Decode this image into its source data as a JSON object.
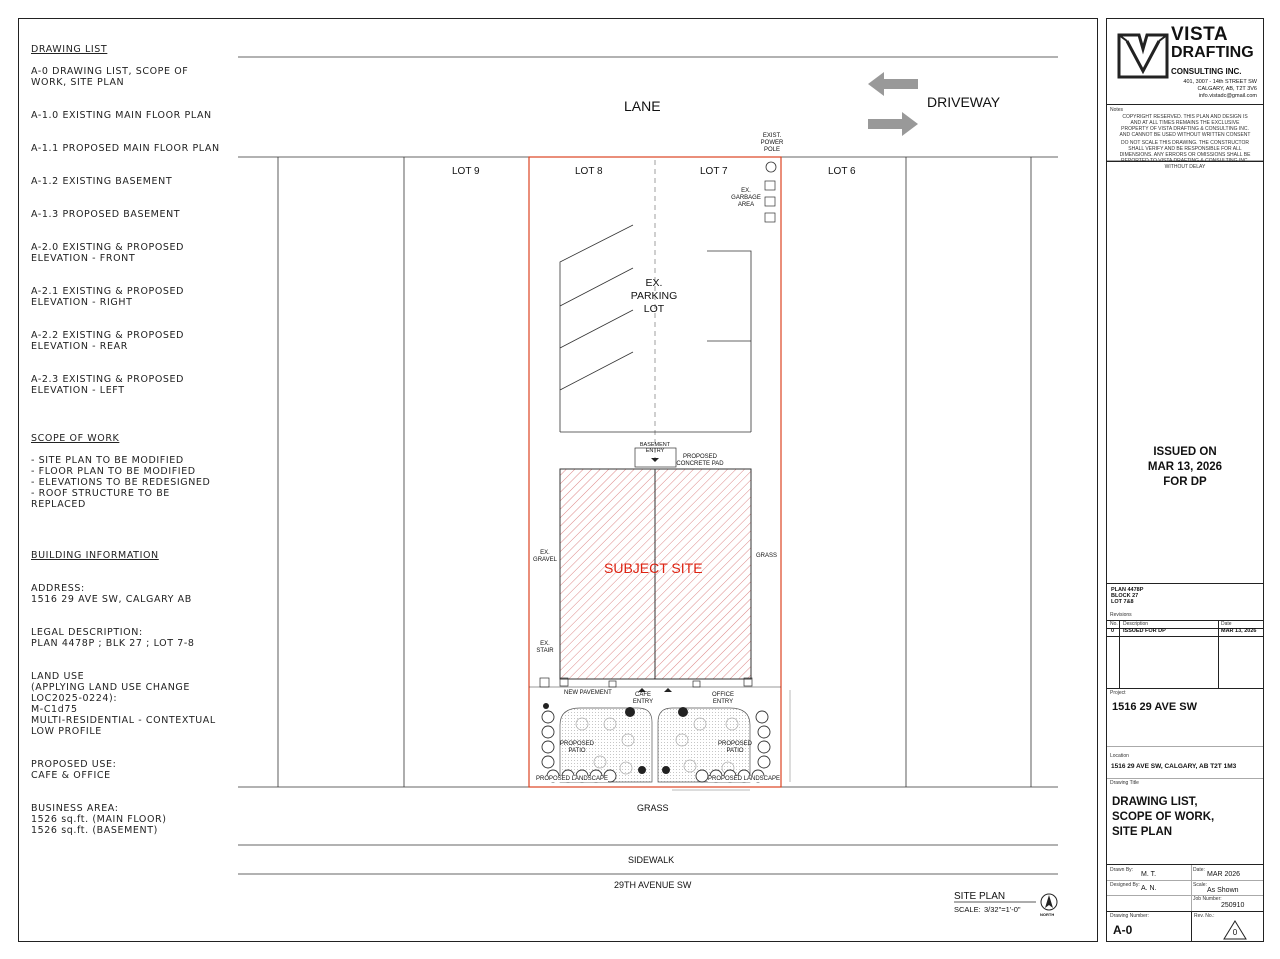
{
  "drawing_list": {
    "heading": "DRAWING LIST",
    "items": [
      "A-0   DRAWING LIST, SCOPE OF\nWORK, SITE PLAN",
      "A-1.0 EXISTING MAIN FLOOR PLAN",
      "A-1.1 PROPOSED MAIN FLOOR PLAN",
      "A-1.2 EXISTING BASEMENT",
      "A-1.3 PROPOSED BASEMENT",
      "A-2.0 EXISTING & PROPOSED\nELEVATION - FRONT",
      "A-2.1 EXISTING & PROPOSED\nELEVATION - RIGHT",
      "A-2.2 EXISTING & PROPOSED\nELEVATION - REAR",
      "A-2.3 EXISTING & PROPOSED\nELEVATION - LEFT"
    ]
  },
  "scope": {
    "heading": "SCOPE OF WORK",
    "body": "- SITE PLAN TO BE MODIFIED\n- FLOOR PLAN TO BE MODIFIED\n- ELEVATIONS TO BE REDESIGNED\n- ROOF STRUCTURE TO BE\nREPLACED"
  },
  "building": {
    "heading": "BUILDING INFORMATION",
    "address": "ADDRESS:\n1516 29 AVE SW, CALGARY AB",
    "legal": "LEGAL DESCRIPTION:\nPLAN 4478P ; BLK 27 ; LOT 7-8",
    "land_use": "LAND USE\n(APPLYING LAND USE CHANGE\nLOC2025-0224):\nM-C1d75\nMULTI-RESIDENTIAL - CONTEXTUAL\nLOW PROFILE",
    "proposed_use": "PROPOSED USE:\nCAFE & OFFICE",
    "business_area": "BUSINESS AREA:\n1526 sq.ft. (MAIN FLOOR)\n1526 sq.ft. (BASEMENT)"
  },
  "site": {
    "lane": "LANE",
    "driveway": "DRIVEWAY",
    "lots": [
      "LOT 9",
      "LOT 8",
      "LOT 7",
      "LOT 6"
    ],
    "power_pole": [
      "EXIST.",
      "POWER",
      "POLE"
    ],
    "garbage": [
      "EX.",
      "GARBAGE",
      "AREA"
    ],
    "parking": [
      "EX.",
      "PARKING",
      "LOT"
    ],
    "basement_entry": [
      "BASEMENT",
      "ENTRY"
    ],
    "concrete_pad": [
      "PROPOSED",
      "CONCRETE PAD"
    ],
    "subject_site": "SUBJECT SITE",
    "gravel": [
      "EX.",
      "GRAVEL"
    ],
    "grass_side": "GRASS",
    "stair": [
      "EX.",
      "STAIR"
    ],
    "new_pavement": "NEW PAVEMENT",
    "cafe_entry": [
      "CAFE",
      "ENTRY"
    ],
    "office_entry": [
      "OFFICE",
      "ENTRY"
    ],
    "patio": [
      "PROPOSED",
      "PATIO"
    ],
    "landscape": "PROPOSED LANDSCAPE",
    "grass_front": "GRASS",
    "sidewalk": "SIDEWALK",
    "avenue": "29TH AVENUE SW",
    "plan_title": "SITE PLAN",
    "scale_label": "SCALE:",
    "scale_value": "3/32\"=1'-0\"",
    "north": "NORTH"
  },
  "title_block": {
    "company_line1": "VISTA",
    "company_line2": "DRAFTING",
    "company_line3": "CONSULTING INC.",
    "address1": "401, 3007 - 14th STREET SW",
    "address2": "CALGARY, AB, T2T 3V6",
    "email": "info.vistadc@gmail.com",
    "notes_label": "Notes",
    "copyright": "COPYRIGHT RESERVED. THIS PLAN AND DESIGN IS AND AT ALL TIMES REMAINS THE EXCLUSIVE PROPERTY OF VISTA DRAFTING & CONSULTING INC. AND CANNOT BE USED WITHOUT WRITTEN CONSENT",
    "do_not_scale": "DO NOT SCALE THIS DRAWING. THE CONSTRUCTOR SHALL VERIFY AND BE RESPONSIBLE FOR ALL DIMENSIONS. ANY ERRORS OR OMISSIONS SHALL BE REPORTED TO VISTA DRAFTING & CONSULTING INC. WITHOUT DELAY",
    "issued": "ISSUED ON\nMAR 13, 2026\nFOR DP",
    "plan_info": "PLAN 4478P\nBLOCK 27\nLOT 7&8",
    "revisions_label": "Revisions",
    "rev_headers": [
      "No.",
      "Description",
      "Date"
    ],
    "rev_row": [
      "0",
      "ISSUED FOR DP",
      "MAR 13, 2026"
    ],
    "project_label": "Project",
    "project": "1516 29 AVE SW",
    "location_label": "Location",
    "location": "1516 29 AVE SW, CALGARY, AB T2T 1M3",
    "drawing_title_label": "Drawing Title",
    "drawing_title": "DRAWING LIST,\nSCOPE OF WORK,\nSITE PLAN",
    "drawn_by_label": "Drawn By:",
    "drawn_by": "M. T.",
    "date_label": "Date:",
    "date": "MAR 2026",
    "designed_by_label": "Designed By:",
    "designed_by": "A. N.",
    "scale_label": "Scale:",
    "scale": "As Shown",
    "job_label": "Job Number:",
    "job": "250910",
    "drawing_number_label": "Drawing Number:",
    "drawing_number": "A-0",
    "rev_no_label": "Rev. No.:",
    "rev_no": "0"
  }
}
